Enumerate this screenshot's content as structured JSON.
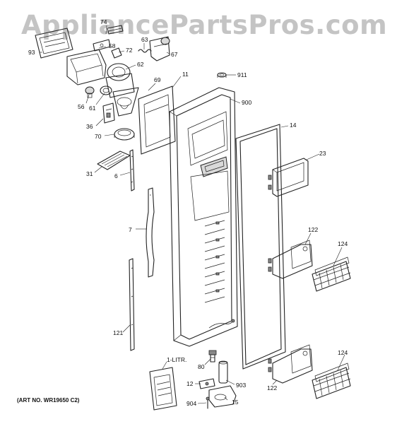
{
  "watermark": "AppliancePartsPros.com",
  "art_number": "(ART NO. WR19650 C2)",
  "labels": {
    "p93": "93",
    "p74": "74",
    "p58": "58",
    "p72": "72",
    "p63": "63",
    "p67": "67",
    "p62": "62",
    "p69": "69",
    "p11": "11",
    "p911": "911",
    "p56": "56",
    "p61": "61",
    "p900": "900",
    "p36": "36",
    "p14": "14",
    "p70": "70",
    "p23": "23",
    "p31": "31",
    "p6": "6",
    "p7": "7",
    "p122a": "122",
    "p124a": "124",
    "p121": "121",
    "p1litr": "1-LITR.",
    "p80": "80",
    "p12": "12",
    "p903": "903",
    "p904": "904",
    "p15": "15",
    "p122b": "122",
    "p124b": "124"
  }
}
